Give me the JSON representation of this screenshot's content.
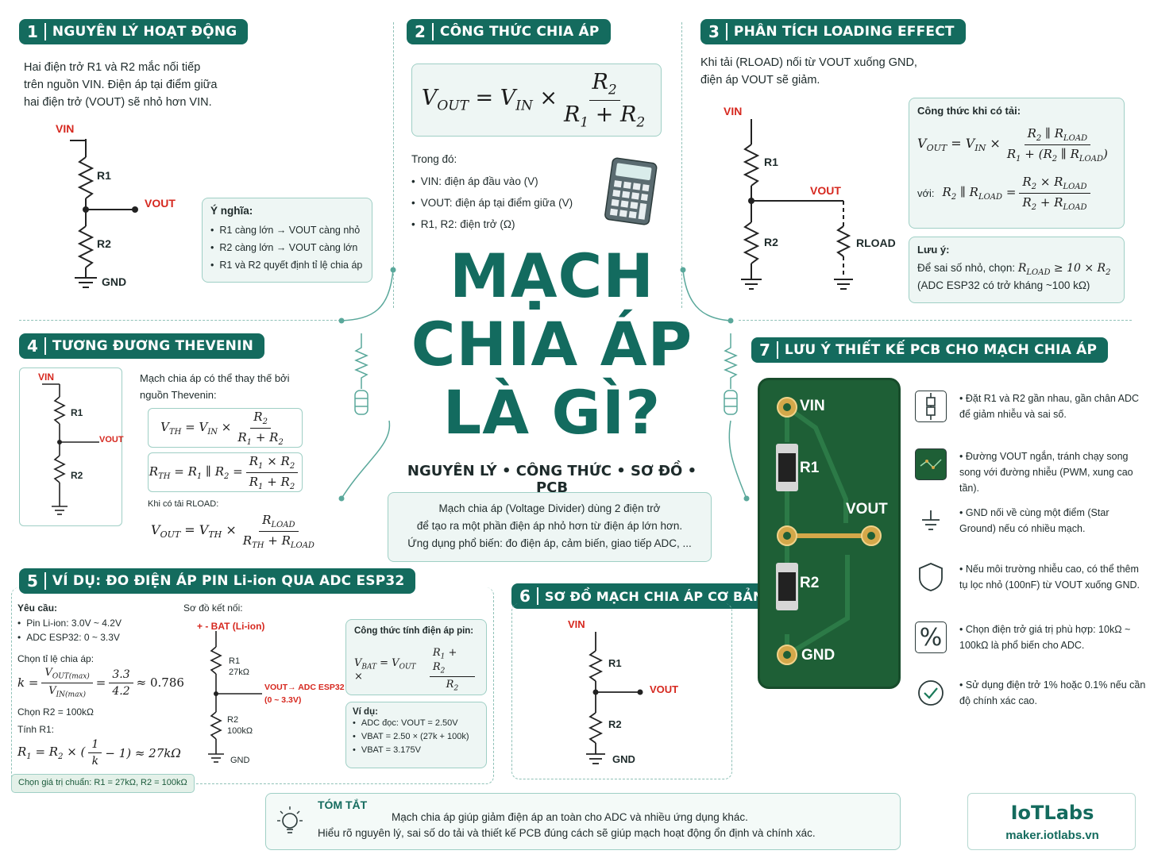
{
  "title": {
    "line1": "MẠCH",
    "line2": "CHIA ÁP",
    "line3": "LÀ GÌ?",
    "tagline": "NGUYÊN LÝ • CÔNG THỨC • SƠ ĐỒ • PCB",
    "intro": [
      "Mạch chia áp (Voltage Divider) dùng 2 điện trở",
      "để tạo ra một phần điện áp nhỏ hơn từ điện áp lớn hơn.",
      "Ứng dụng phổ biến: đo điện áp, cảm biến, giao tiếp ADC, ..."
    ]
  },
  "s1": {
    "num": "1",
    "title": "NGUYÊN LÝ HOẠT ĐỘNG",
    "text": [
      "Hai điện trở R1 và R2 mắc nối tiếp",
      "trên nguồn VIN. Điện áp tại điểm giữa",
      "hai điện trở (VOUT) sẽ nhỏ hơn VIN."
    ],
    "labels": {
      "vin": "VIN",
      "r1": "R1",
      "r2": "R2",
      "vout": "VOUT",
      "gnd": "GND"
    },
    "meaning_title": "Ý nghĩa:",
    "meaning": [
      "R1 càng lớn → VOUT càng nhỏ",
      "R2 càng lớn → VOUT càng lớn",
      "R1 và R2 quyết định tỉ lệ chia áp"
    ]
  },
  "s2": {
    "num": "2",
    "title": "CÔNG THỨC CHIA ÁP",
    "where": "Trong đó:",
    "items": [
      "VIN: điện áp đầu vào (V)",
      "VOUT: điện áp tại điểm giữa (V)",
      "R1, R2: điện trở (Ω)"
    ],
    "calculator_icon": "calculator-icon"
  },
  "s3": {
    "num": "3",
    "title": "PHÂN TÍCH LOADING EFFECT",
    "text": [
      "Khi tải (RLOAD) nối từ VOUT xuống GND,",
      "điện áp VOUT sẽ giảm."
    ],
    "labels": {
      "vin": "VIN",
      "r1": "R1",
      "r2": "R2",
      "vout": "VOUT",
      "rload": "RLOAD"
    },
    "formula_title": "Công thức khi có tải:",
    "with": "với:",
    "note_title": "Lưu ý:",
    "note1": "Để sai số nhỏ, chọn:",
    "note2": "(ADC ESP32 có trở kháng ~100 kΩ)"
  },
  "s4": {
    "num": "4",
    "title": "TƯƠNG ĐƯƠNG THEVENIN",
    "text": [
      "Mạch chia áp có thể thay thế bởi",
      "nguồn Thevenin:"
    ],
    "labels": {
      "vin": "VIN",
      "r1": "R1",
      "r2": "R2",
      "vout": "VOUT"
    },
    "load_title": "Khi có tải RLOAD:"
  },
  "s5": {
    "num": "5",
    "title": "VÍ DỤ: ĐO ĐIỆN ÁP PIN Li-ion QUA ADC ESP32",
    "req_title": "Yêu cầu:",
    "req": [
      "Pin Li-ion: 3.0V ~ 4.2V",
      "ADC ESP32: 0 ~ 3.3V"
    ],
    "ratio_title": "Chọn tỉ lệ chia áp:",
    "choose_r2": "Chọn R2 = 100kΩ",
    "calc_r1": "Tính R1:",
    "standard": "Chọn giá trị chuẩn: R1 = 27kΩ, R2 = 100kΩ",
    "wiring_title": "Sơ đồ kết nối:",
    "bat": "+ - BAT (Li-ion)",
    "r1": "R1",
    "r1v": "27kΩ",
    "r2": "R2",
    "r2v": "100kΩ",
    "gnd": "GND",
    "adc1": "VOUT→ ADC ESP32",
    "adc2": "(0 ~ 3.3V)",
    "bat_formula_title": "Công thức tính điện áp pin:",
    "ex_title": "Ví dụ:",
    "ex": [
      "ADC đọc: VOUT = 2.50V",
      "VBAT = 2.50 × (27k + 100k)",
      "VBAT = 3.175V"
    ]
  },
  "s6": {
    "num": "6",
    "title": "SƠ ĐỒ MẠCH CHIA ÁP CƠ BẢN",
    "labels": {
      "vin": "VIN",
      "r1": "R1",
      "r2": "R2",
      "vout": "VOUT",
      "gnd": "GND"
    }
  },
  "s7": {
    "num": "7",
    "title": "LƯU Ý THIẾT KẾ PCB CHO MẠCH CHIA ÁP",
    "pcb": {
      "vin": "VIN",
      "r1": "R1",
      "vout": "VOUT",
      "r2": "R2",
      "gnd": "GND"
    },
    "tips": [
      {
        "icon": "resistor-pair-icon",
        "text": "Đặt R1 và R2 gần nhau, gần chân ADC để giảm nhiễu và sai số."
      },
      {
        "icon": "pcb-trace-icon",
        "text": "Đường VOUT ngắn, tránh chạy song song với đường nhiễu (PWM, xung cao tần)."
      },
      {
        "icon": "ground-icon",
        "text": "GND nối về cùng một điểm (Star Ground) nếu có nhiều mạch."
      },
      {
        "icon": "shield-icon",
        "text": "Nếu môi trường nhiễu cao, có thể thêm tụ lọc nhỏ (100nF) từ VOUT xuống GND."
      },
      {
        "icon": "percent-icon",
        "text": "Chọn điện trở giá trị phù hợp: 10kΩ ~ 100kΩ là phổ biến cho ADC."
      },
      {
        "icon": "check-icon",
        "text": "Sử dụng điện trở 1% hoặc 0.1% nếu cần độ chính xác cao."
      }
    ]
  },
  "summary": {
    "title": "TÓM TẮT",
    "line1": "Mạch chia áp giúp giảm điện áp an toàn cho ADC và nhiều ứng dụng khác.",
    "line2": "Hiểu rõ nguyên lý, sai số do tải và thiết kế PCB đúng cách sẽ giúp mạch hoạt động ổn định và chính xác.",
    "icon": "lightbulb-icon"
  },
  "brand": {
    "name": "IoTLabs",
    "url": "maker.iotlabs.vn"
  },
  "colors": {
    "primary": "#146b5e",
    "accent_red": "#d6281f",
    "card_bg": "#eef6f4",
    "card_border": "#9fcfc5",
    "pcb_green": "#1e5f36",
    "copper": "#d4a84a"
  }
}
